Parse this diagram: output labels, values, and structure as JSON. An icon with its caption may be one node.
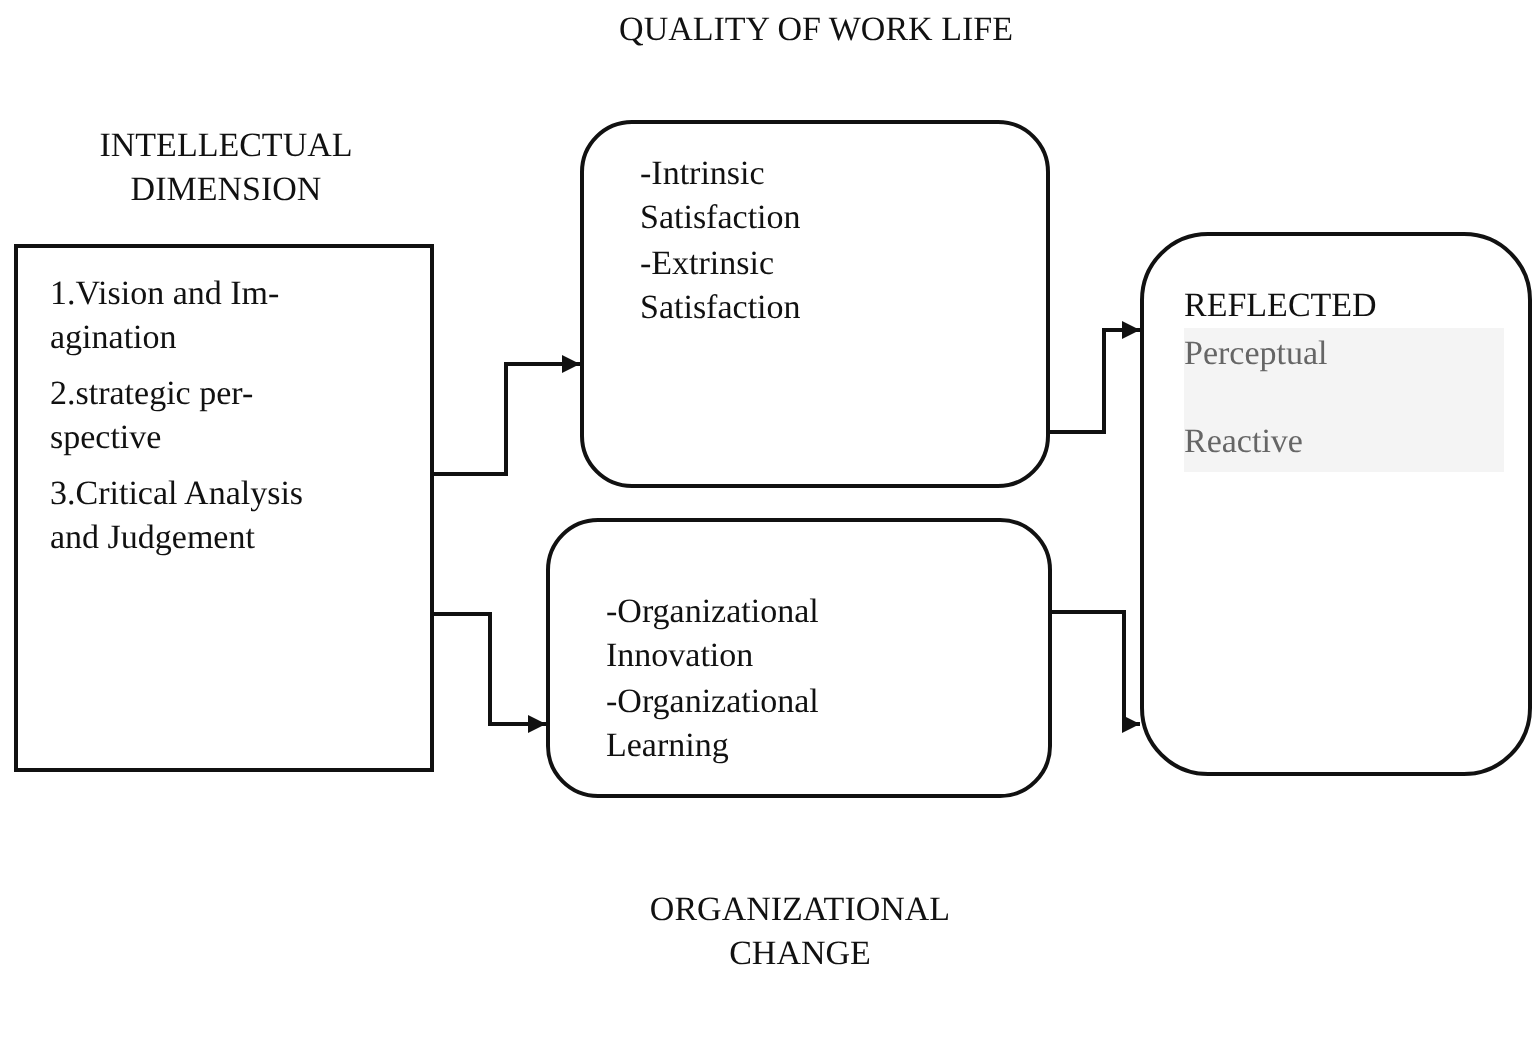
{
  "diagram": {
    "nodes": [
      {
        "text": [
          "INTELLECTUAL DIMENSION",
          "1.Vision and Im- agination",
          "2.strategic per- spective",
          "3.Critical Analysis and Judgement"
        ]
      },
      {
        "text": [
          "QUALITY OF WORK LIFE",
          "-Intrinsic Satisfaction",
          "-Extrinsic Satisfaction"
        ]
      },
      {
        "text": [
          "-Organizational Innovation",
          "-Organizational Learning",
          "ORGANIZATIONAL CHANGE"
        ]
      },
      {
        "text": [
          "REFLECTED",
          "Perceptual",
          "Reactive"
        ]
      }
    ],
    "edges": [
      {
        "from": 0,
        "to": 1,
        "arrow": "to"
      },
      {
        "from": 0,
        "to": 2,
        "arrow": "to"
      },
      {
        "from": 1,
        "to": 3,
        "arrow": "to"
      },
      {
        "from": 2,
        "to": 3,
        "arrow": "to"
      }
    ]
  }
}
